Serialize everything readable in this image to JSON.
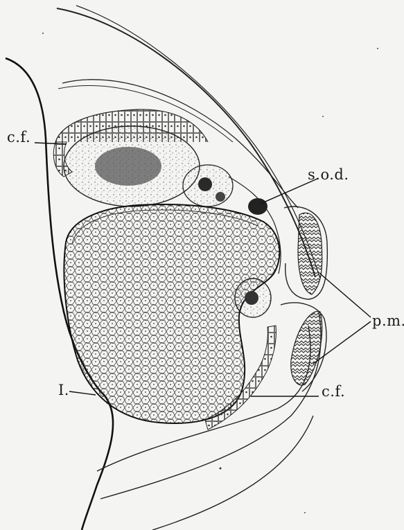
{
  "labels": {
    "cf_top": "c.f.",
    "sod": "s.o.d.",
    "pm": "p.m.",
    "I": "I.",
    "cf_bottom": "c.f."
  },
  "colors": {
    "ink": "#1a1a1a",
    "paper": "#f4f4f2"
  }
}
